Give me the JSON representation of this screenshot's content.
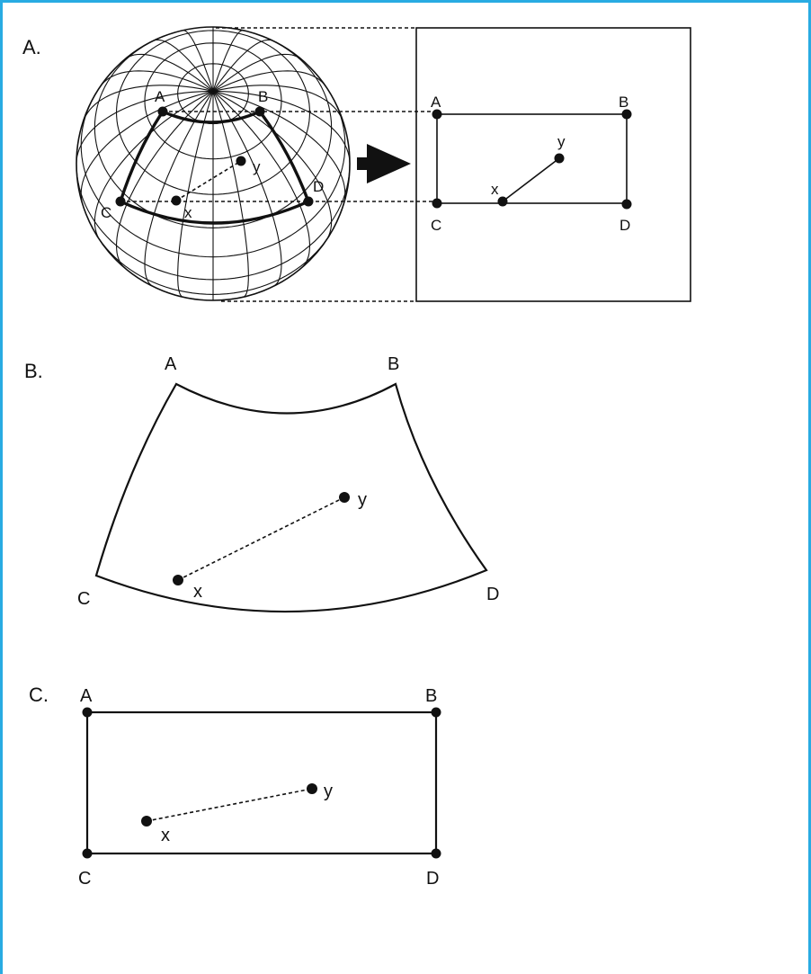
{
  "colors": {
    "frame_border": "#29abe2",
    "ink": "#111111"
  },
  "panels": {
    "a": {
      "label": "A.",
      "globe_points": {
        "a": "A",
        "b": "B",
        "c": "C",
        "d": "D",
        "x": "x",
        "y": "y"
      },
      "projection_points": {
        "a": "A",
        "b": "B",
        "c": "C",
        "d": "D",
        "x": "x",
        "y": "y"
      }
    },
    "b": {
      "label": "B.",
      "points": {
        "a": "A",
        "b": "B",
        "c": "C",
        "d": "D",
        "x": "x",
        "y": "y"
      }
    },
    "c": {
      "label": "C.",
      "points": {
        "a": "A",
        "b": "B",
        "c": "C",
        "d": "D",
        "x": "x",
        "y": "y"
      }
    }
  }
}
